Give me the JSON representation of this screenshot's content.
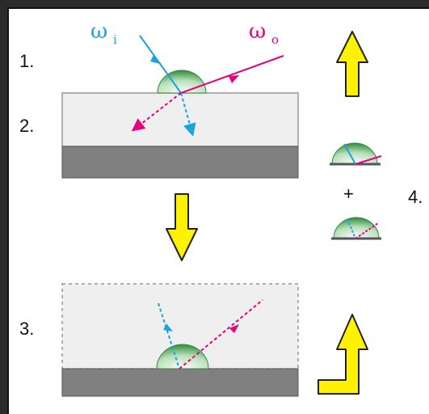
{
  "steps": {
    "step1": "1.",
    "step2": "2.",
    "step3": "3.",
    "step4": "4."
  },
  "labels": {
    "omega_i_symbol": "ω",
    "omega_i_sub": "i",
    "omega_o_symbol": "ω",
    "omega_o_sub": "o",
    "plus": "+"
  },
  "colors": {
    "incident": "#1ba3e0",
    "outgoing": "#e6007e",
    "arrow_fill": "#fff200",
    "dome_green": "#2e8b3a",
    "substrate": "#808080",
    "coating": "#efefef"
  },
  "icons": {
    "up_arrow": "up-arrow-icon",
    "down_arrow": "down-arrow-icon",
    "corner_arrow": "corner-up-arrow-icon"
  }
}
